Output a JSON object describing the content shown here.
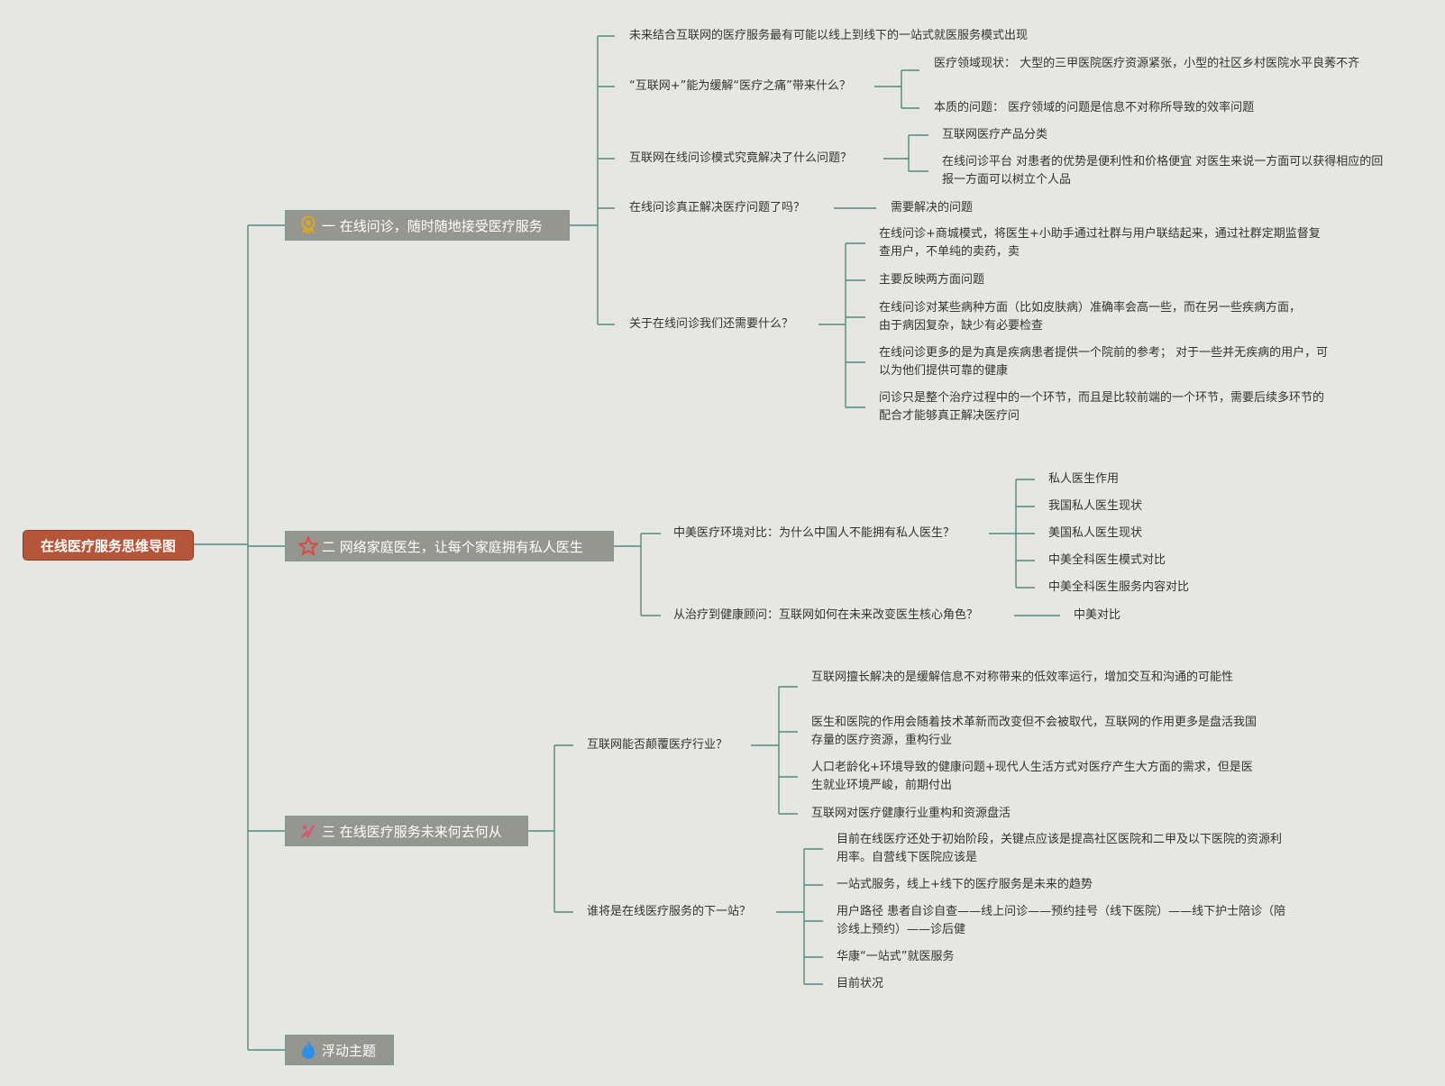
{
  "root": {
    "label": "在线医疗服务思维导图"
  },
  "topics": [
    {
      "label": "一 在线问诊，随时随地接受医疗服务",
      "icon": "award-icon"
    },
    {
      "label": "二 网络家庭医生，让每个家庭拥有私人医生",
      "icon": "star-icon"
    },
    {
      "label": "三 在线医疗服务未来何去何从",
      "icon": "tools-icon"
    },
    {
      "label": "浮动主题",
      "icon": "flame-icon"
    }
  ],
  "t1": {
    "b1": "未来结合互联网的医疗服务最有可能以线上到线下的一站式就医服务模式出现",
    "b2": "“互联网+”能为缓解“医疗之痛”带来什么？",
    "b2c1": "医疗领域现状： 大型的三甲医院医疗资源紧张，小型的社区乡村医院水平良莠不齐",
    "b2c2": "本质的问题： 医疗领域的问题是信息不对称所导致的效率问题",
    "b3": "互联网在线问诊模式究竟解决了什么问题？",
    "b3c1": "互联网医疗产品分类",
    "b3c2": "在线问诊平台 对患者的优势是便利性和价格便宜 对医生来说一方面可以获得相应的回报一方面可以树立个人品",
    "b4": "在线问诊真正解决医疗问题了吗？",
    "b4c1": "需要解决的问题",
    "b5": "关于在线问诊我们还需要什么？",
    "b5c1": "在线问诊+商城模式，将医生+小助手通过社群与用户联结起来，通过社群定期监督复查用户，不单纯的卖药，卖",
    "b5c2": "主要反映两方面问题",
    "b5c3": "在线问诊对某些病种方面（比如皮肤病）准确率会高一些，而在另一些疾病方面，由于病因复杂，缺少有必要检查",
    "b5c4": "在线问诊更多的是为真是疾病患者提供一个院前的参考； 对于一些并无疾病的用户，可以为他们提供可靠的健康",
    "b5c5": "问诊只是整个治疗过程中的一个环节，而且是比较前端的一个环节，需要后续多环节的配合才能够真正解决医疗问"
  },
  "t2": {
    "b1": "中美医疗环境对比：为什么中国人不能拥有私人医生？",
    "b1c": [
      "私人医生作用",
      "我国私人医生现状",
      "美国私人医生现状",
      "中美全科医生模式对比",
      "中美全科医生服务内容对比"
    ],
    "b2": "从治疗到健康顾问：互联网如何在未来改变医生核心角色？",
    "b2c1": "中美对比"
  },
  "t3": {
    "b1": "互联网能否颠覆医疗行业？",
    "b1c1": "互联网擅长解决的是缓解信息不对称带来的低效率运行，增加交互和沟通的可能性",
    "b1c2": "医生和医院的作用会随着技术革新而改变但不会被取代，互联网的作用更多是盘活我国存量的医疗资源，重构行业",
    "b1c3": "人口老龄化+环境导致的健康问题+现代人生活方式对医疗产生大方面的需求，但是医生就业环境严峻，前期付出",
    "b1c4": "互联网对医疗健康行业重构和资源盘活",
    "b2": "谁将是在线医疗服务的下一站？",
    "b2c1": "目前在线医疗还处于初始阶段，关键点应该是提高社区医院和二甲及以下医院的资源利用率。自营线下医院应该是",
    "b2c2": "一站式服务，线上+线下的医疗服务是未来的趋势",
    "b2c3": "用户路径 患者自诊自查——线上问诊——预约挂号（线下医院）——线下护士陪诊（陪诊线上预约）——诊后健",
    "b2c4": "华康“一站式”就医服务",
    "b2c5": "目前状况"
  },
  "colors": {
    "line": "#4f8a80",
    "root": "#b5553a",
    "topic": "#969690"
  }
}
